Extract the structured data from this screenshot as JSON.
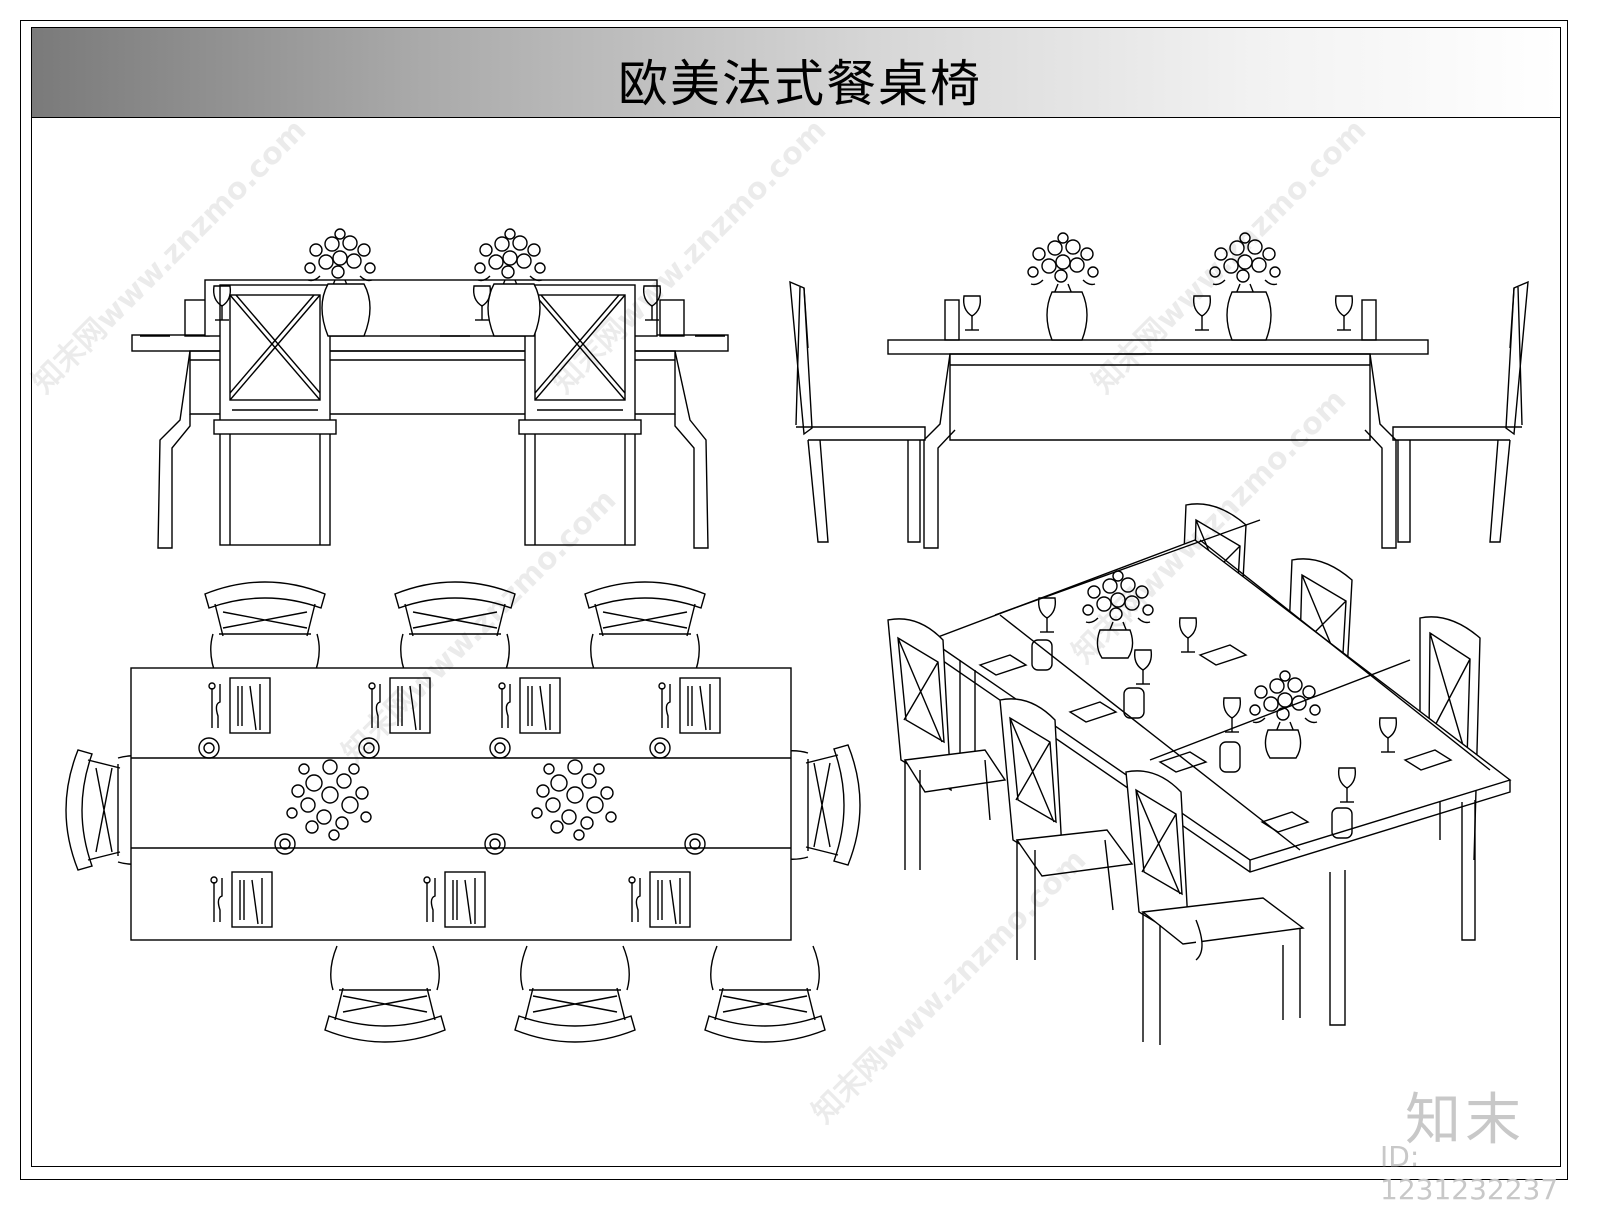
{
  "title": "欧美法式餐桌椅",
  "brand": "知末",
  "id_label": "ID: 1231232237",
  "watermark": "知末网www.znzmo.com"
}
